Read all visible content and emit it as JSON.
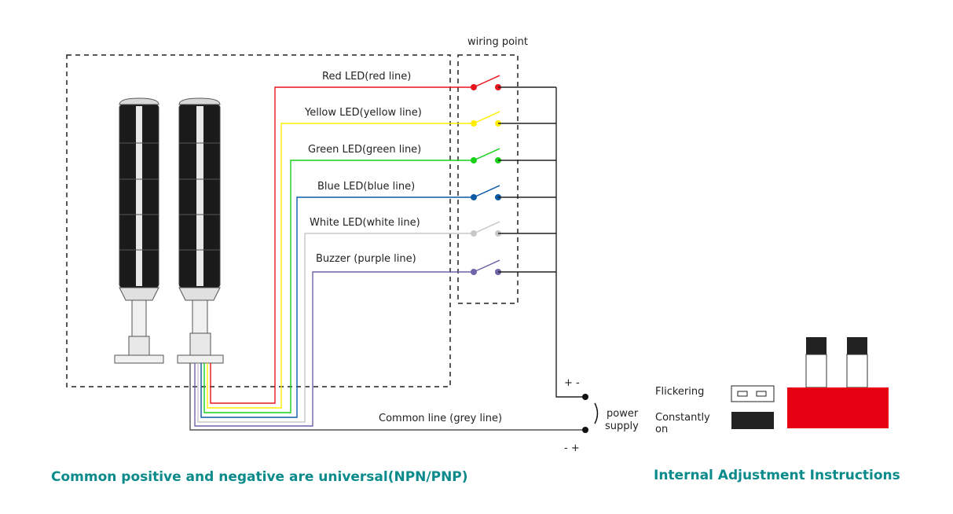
{
  "colors": {
    "red": "#e8141e",
    "yellow": "#ffee00",
    "green": "#19d11c",
    "blue": "#0b5aa8",
    "white": "#c8c8c8",
    "purple": "#6e64a8",
    "grey": "#555555",
    "caption": "#0a8a8a",
    "switch_red": "#e60012"
  },
  "wiring_point_label": "wiring point",
  "lines": [
    {
      "label": "Red LED(red line)",
      "color_key": "red"
    },
    {
      "label": "Yellow LED(yellow line)",
      "color_key": "yellow"
    },
    {
      "label": "Green LED(green line)",
      "color_key": "green"
    },
    {
      "label": "Blue LED(blue line)",
      "color_key": "blue"
    },
    {
      "label": "White LED(white line)",
      "color_key": "white"
    },
    {
      "label": "Buzzer (purple line)",
      "color_key": "purple"
    }
  ],
  "common_line_label": "Common line (grey line)",
  "power": {
    "top_signs": "+ -",
    "bottom_signs": "- +",
    "label_line1": "power",
    "label_line2": "supply"
  },
  "adjust": {
    "flickering": "Flickering",
    "constantly_line1": "Constantly",
    "constantly_line2": "on"
  },
  "captions": {
    "left": "Common positive and negative are universal(NPN/PNP)",
    "right": "Internal Adjustment Instructions"
  }
}
